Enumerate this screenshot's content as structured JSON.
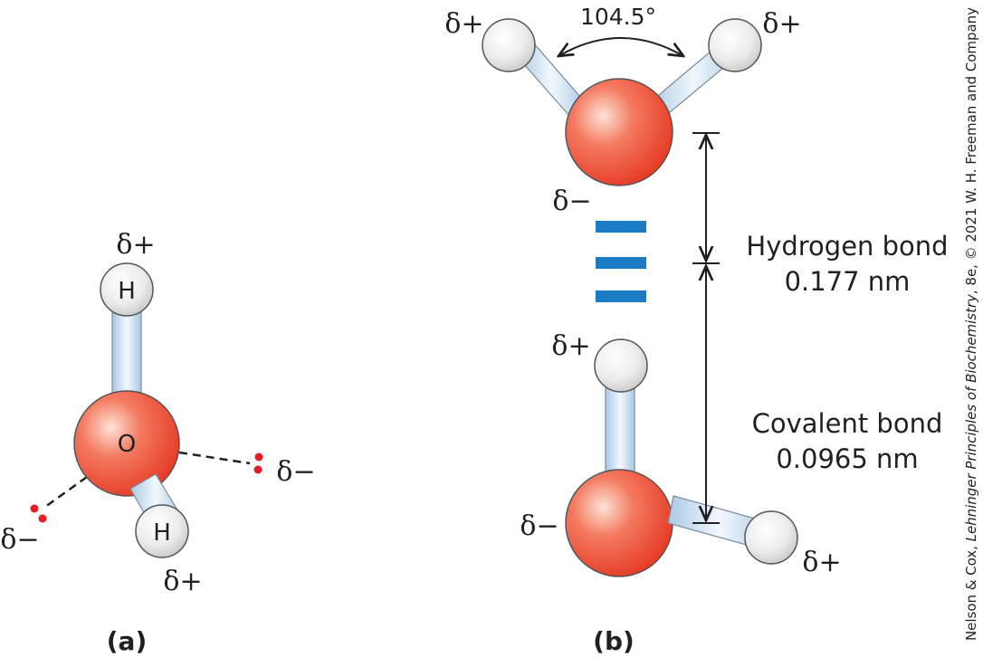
{
  "colors": {
    "oxygen": "#e8503a",
    "hydrogen": "#e6e6e6",
    "bond": "#cfe3f3",
    "hydrogen_bond": "#1b7cc4",
    "lone_pair": "#e31e24",
    "text": "#231f20"
  },
  "panel_a": {
    "label": "(a)",
    "oxygen_symbol": "O",
    "hydrogen_symbol": "H",
    "charge_top_h": "δ+",
    "charge_bottom_h": "δ+",
    "charge_right_pair": "δ−",
    "charge_left_pair": "δ−"
  },
  "panel_b": {
    "label": "(b)",
    "bond_angle": "104.5°",
    "charge_top_left_h": "δ+",
    "charge_top_right_h": "δ+",
    "charge_top_o": "δ−",
    "charge_bottom_top_h": "δ+",
    "charge_bottom_o": "δ−",
    "charge_bottom_right_h": "δ+",
    "hydrogen_bond_name": "Hydrogen bond",
    "hydrogen_bond_length": "0.177 nm",
    "covalent_bond_name": "Covalent bond",
    "covalent_bond_length": "0.0965 nm"
  },
  "credit": {
    "pre": "Nelson & Cox, ",
    "title": "Lehninger Principles of Biochemistry",
    "post": ", 8e, © 2021 W. H. Freeman and Company"
  }
}
